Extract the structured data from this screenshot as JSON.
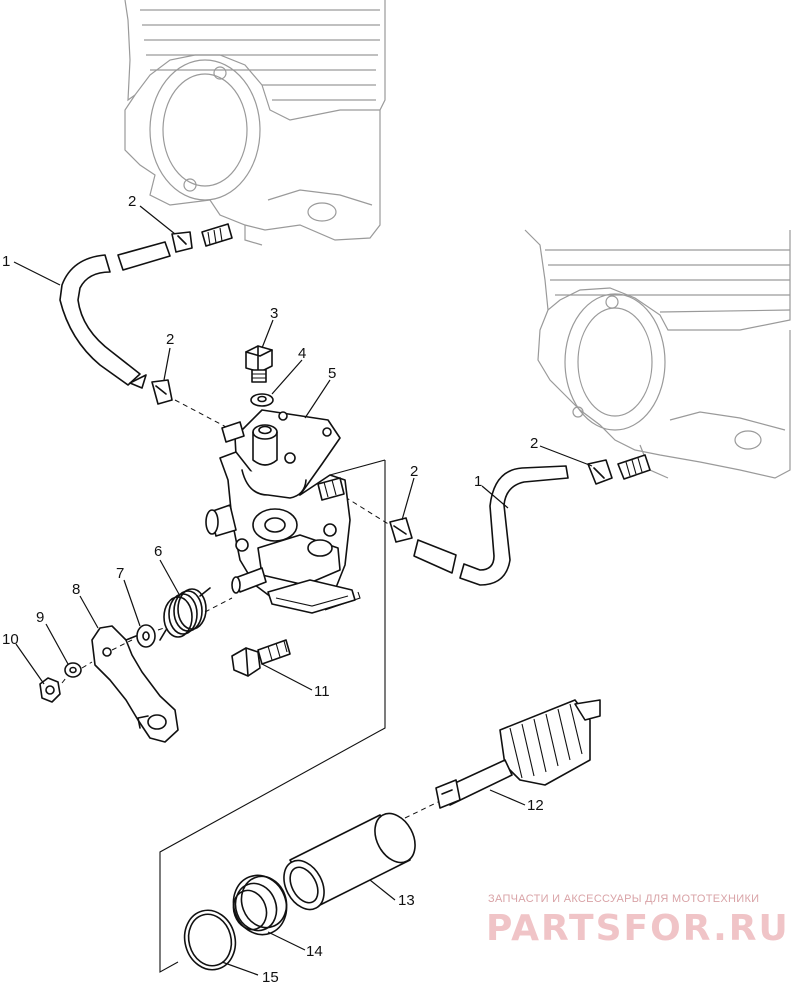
{
  "watermark": {
    "tagline": "ЗАПЧАСТИ И АКСЕССУАРЫ ДЛЯ МОТОТЕХНИКИ",
    "brand": "PARTSFOR.RU"
  },
  "callouts": {
    "c1a": "1",
    "c1b": "1",
    "c2a": "2",
    "c2b": "2",
    "c2c": "2",
    "c2d": "2",
    "c3": "3",
    "c4": "4",
    "c5": "5",
    "c6": "6",
    "c7": "7",
    "c8": "8",
    "c9": "9",
    "c10": "10",
    "c11": "11",
    "c12": "12",
    "c13": "13",
    "c14": "14",
    "c15": "15"
  },
  "colors": {
    "ink": "#111111",
    "ghost_outline": "#9a9a9a",
    "watermark": "#f0c4c7"
  }
}
